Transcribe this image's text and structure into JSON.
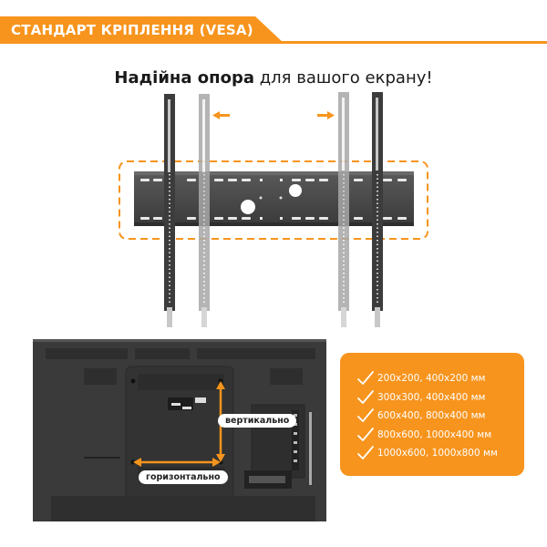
{
  "header": {
    "title": "СТАНДАРТ КРІПЛЕННЯ (VESA)"
  },
  "tagline": {
    "bold": "Надійна опора",
    "regular": " для вашого екрану!"
  },
  "mount_illustration": {
    "arrow_left_direction": "left",
    "arrow_right_direction": "right"
  },
  "tv_back": {
    "vertical_label": "вертикально",
    "horizontal_label": "горизонтально"
  },
  "specs": {
    "items": [
      "200x200, 400x200 мм",
      "300x300, 400x400 мм",
      "600x400, 800x400 мм",
      "800x600, 1000x400 мм",
      "1000x600, 1000x800 мм"
    ]
  },
  "colors": {
    "accent": "#f7941d",
    "text": "#1a1a1a",
    "tv_body": "#3a3a3a"
  }
}
